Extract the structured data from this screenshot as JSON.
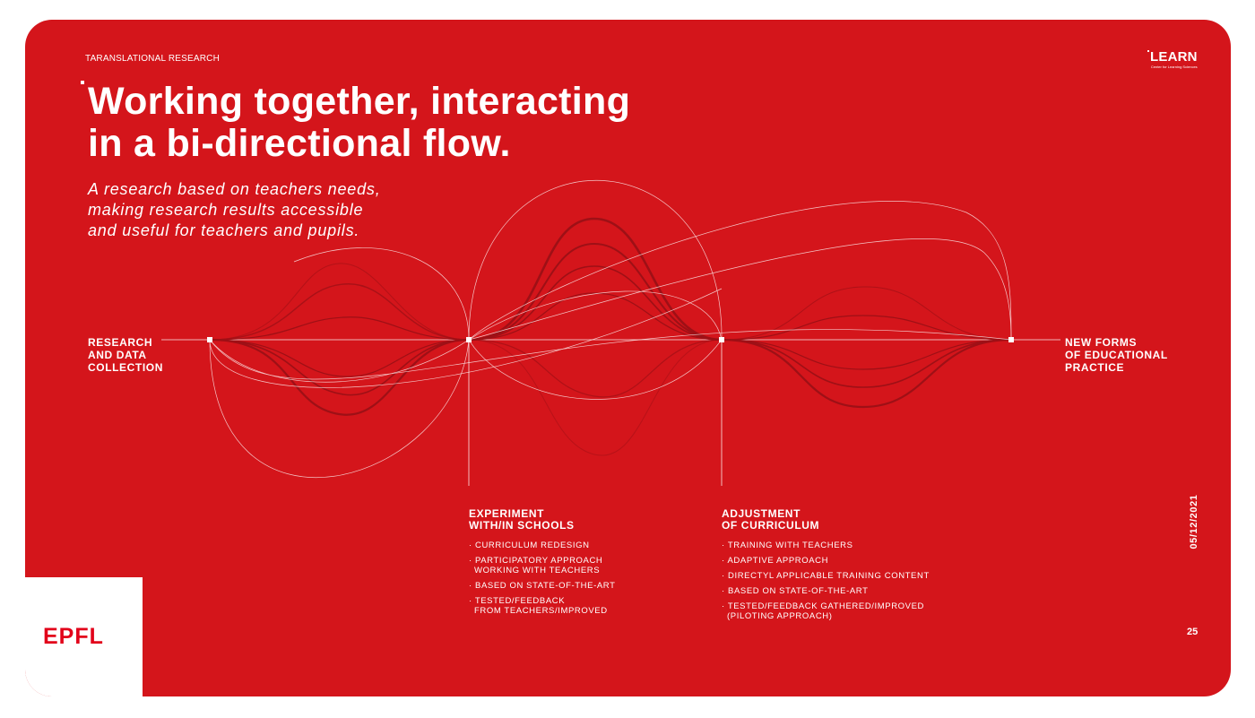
{
  "header": {
    "eyebrow": "TARANSLATIONAL RESEARCH",
    "title_line1": "Working together, interacting",
    "title_line2": "in a bi-directional flow.",
    "subtitle_line1": "A research based on teachers needs,",
    "subtitle_line2": "making research results accessible",
    "subtitle_line3": "and useful for teachers and pupils."
  },
  "logo_learn": {
    "word": "LEARN",
    "tagline": "Center for Learning Sciences"
  },
  "flow": {
    "start": {
      "line1": "RESEARCH",
      "line2": "AND DATA",
      "line3": "COLLECTION"
    },
    "end": {
      "line1": "NEW FORMS",
      "line2": "OF EDUCATIONAL",
      "line3": "PRACTICE"
    },
    "stages": [
      {
        "title_line1": "EXPERIMENT",
        "title_line2": "WITH/IN SCHOOLS",
        "bullets": [
          {
            "line1": "CURRICULUM REDESIGN",
            "line2": ""
          },
          {
            "line1": "PARTICIPATORY APPROACH",
            "line2": "WORKING WITH TEACHERS"
          },
          {
            "line1": "BASED ON STATE-OF-THE-ART",
            "line2": ""
          },
          {
            "line1": "TESTED/FEEDBACK",
            "line2": "FROM TEACHERS/IMPROVED"
          }
        ]
      },
      {
        "title_line1": "ADJUSTMENT",
        "title_line2": "OF CURRICULUM",
        "bullets": [
          {
            "line1": "TRAINING WITH TEACHERS",
            "line2": ""
          },
          {
            "line1": "ADAPTIVE APPROACH",
            "line2": ""
          },
          {
            "line1": "DIRECTYL APPLICABLE TRAINING CONTENT",
            "line2": ""
          },
          {
            "line1": "BASED ON STATE-OF-THE-ART",
            "line2": ""
          },
          {
            "line1": "TESTED/FEEDBACK GATHERED/IMPROVED",
            "line2": "(PILOTING APPROACH)"
          }
        ]
      }
    ]
  },
  "footer": {
    "date": "05/12/2021",
    "page_number": "25",
    "epfl_logo": "EPFL"
  },
  "colors": {
    "background": "#d4151b",
    "accent_dark": "#9e1016",
    "text": "#ffffff"
  }
}
